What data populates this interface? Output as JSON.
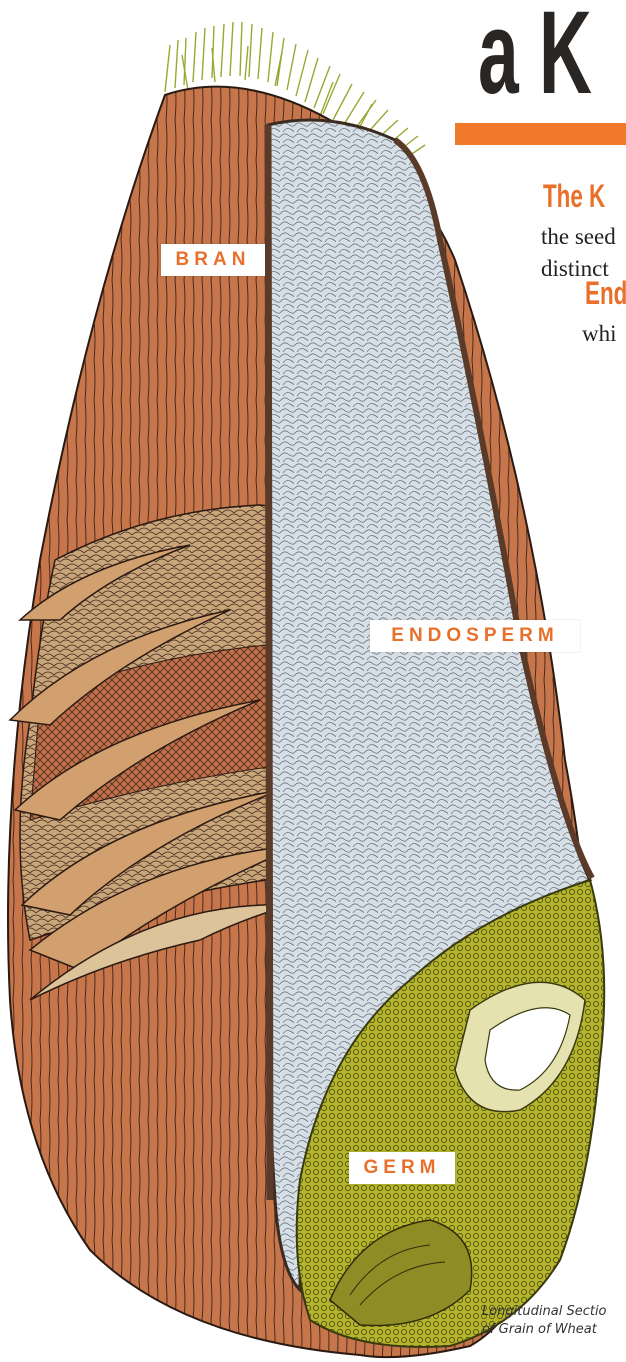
{
  "title": "a K",
  "accent_color": "#f07a2a",
  "headings": {
    "kernel": "The K",
    "endosperm": "End"
  },
  "body_lines": {
    "line1": "the seed",
    "line2": "distinct",
    "line3": "whi"
  },
  "labels": {
    "bran": "BRAN",
    "endosperm": "ENDOSPERM",
    "germ": "GERM"
  },
  "caption": {
    "line1": "Longitudinal Sectio",
    "line2": "of Grain of Wheat"
  },
  "colors": {
    "bran": "#c8784a",
    "endosperm": "#d4dde4",
    "germ": "#b6b52a",
    "hairs": "#9aa832"
  }
}
